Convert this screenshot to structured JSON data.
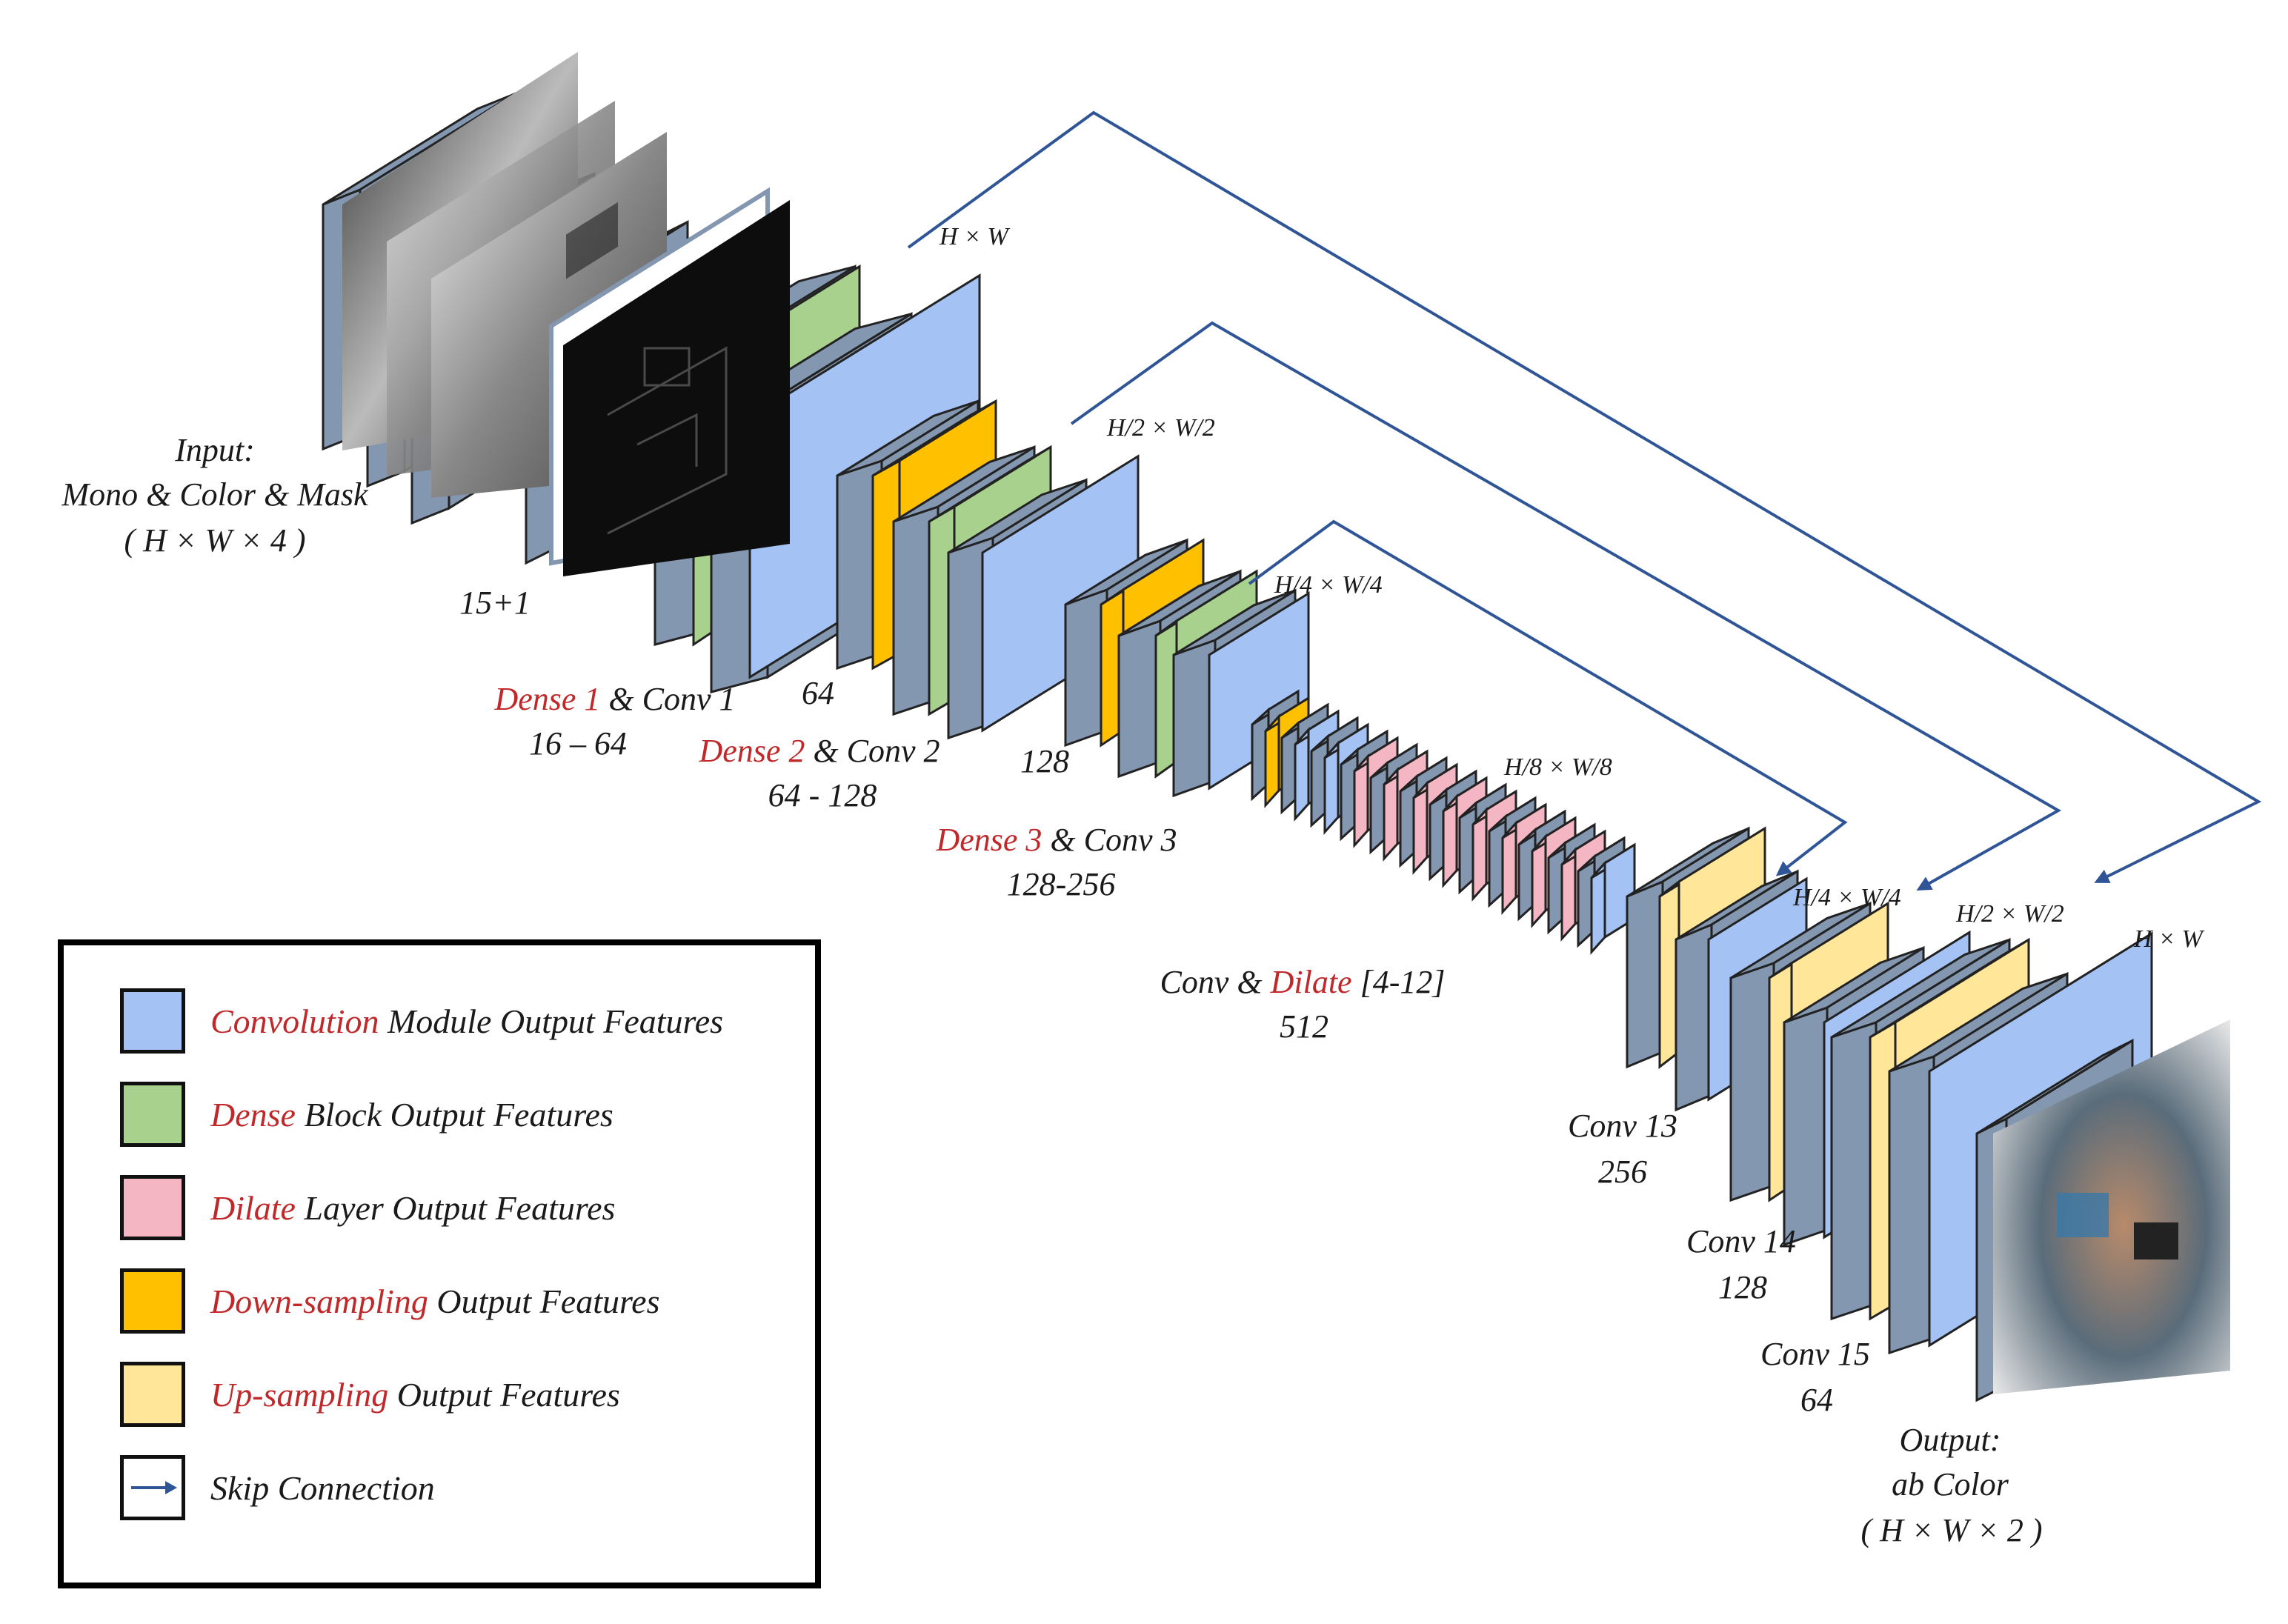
{
  "input": {
    "title": "Input:",
    "subtitle": "Mono & Color & Mask",
    "shape": "( H × W × 4 )",
    "channels": "15+1"
  },
  "encoder": [
    {
      "name_hl": "Dense 1",
      "name_rest": " & Conv 1",
      "range": "16 – 64",
      "out": "64",
      "scale": "H × W"
    },
    {
      "name_hl": "Dense 2",
      "name_rest": " & Conv 2",
      "range": "64 - 128",
      "out": "128",
      "scale": "H/2 × W/2"
    },
    {
      "name_hl": "Dense 3",
      "name_rest": " & Conv 3",
      "range": "128-256",
      "scale": "H/4 × W/4"
    }
  ],
  "bottleneck": {
    "label_pre": "Conv & ",
    "label_hl": "Dilate",
    "label_post": " [4-12]",
    "channels": "512",
    "scale": "H/8 × W/8"
  },
  "decoder": [
    {
      "name": "Conv 13",
      "channels": "256",
      "scale": "H/4 × W/4"
    },
    {
      "name": "Conv 14",
      "channels": "128",
      "scale": "H/2 × W/2"
    },
    {
      "name": "Conv 15",
      "channels": "64",
      "scale": "H × W"
    }
  ],
  "output": {
    "title": "Output:",
    "subtitle": "ab Color",
    "shape": "( H × W × 2 )"
  },
  "legend": [
    {
      "hl": "Convolution",
      "rest": " Module Output Features",
      "color": "#a4c2f4"
    },
    {
      "hl": "Dense",
      "rest": " Block Output Features",
      "color": "#a9d18e"
    },
    {
      "hl": "Dilate",
      "rest": " Layer Output Features",
      "color": "#f4b6c2"
    },
    {
      "hl": "Down-sampling",
      "rest": " Output Features",
      "color": "#ffc000"
    },
    {
      "hl": "Up-sampling",
      "rest": " Output Features",
      "color": "#ffe699"
    },
    {
      "hl": "",
      "rest": "Skip Connection",
      "color": "#ffffff"
    }
  ],
  "colors": {
    "conv": "#a4c2f4",
    "dense": "#a9d18e",
    "dilate": "#f4b6c2",
    "down": "#ffc000",
    "up": "#ffe699",
    "frame": "#8497b0",
    "arrow": "#2f5597",
    "highlight": "#c0282a"
  }
}
